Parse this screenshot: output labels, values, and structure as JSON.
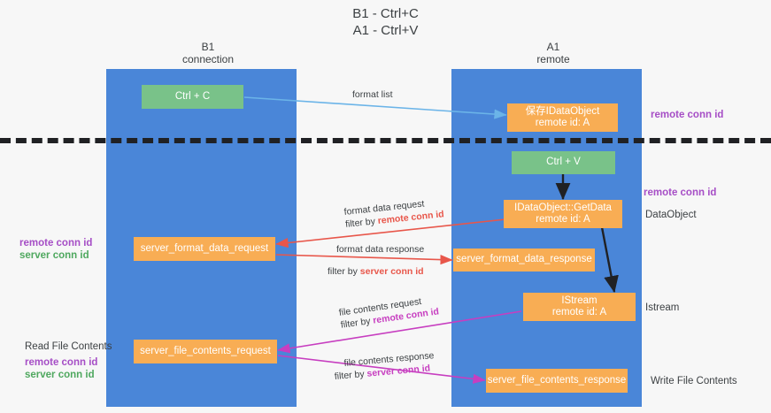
{
  "title": "B1 - Ctrl+C\nA1 - Ctrl+V",
  "lanes": [
    {
      "name": "b1",
      "header": "B1\nconnection"
    },
    {
      "name": "a1",
      "header": "A1\nremote"
    }
  ],
  "nodes": [
    {
      "id": "ctrl-c",
      "label": "Ctrl + C",
      "color": "green"
    },
    {
      "id": "save-idataobject",
      "label": "保存IDataObject\nremote id: A",
      "color": "orange"
    },
    {
      "id": "ctrl-v",
      "label": "Ctrl + V",
      "color": "green"
    },
    {
      "id": "idataobject-getdata",
      "label": "IDataObject::GetData\nremote id: A",
      "color": "orange"
    },
    {
      "id": "server-format-data-request",
      "label": "server_format_data_request",
      "color": "orange"
    },
    {
      "id": "server-format-data-response",
      "label": "server_format_data_response",
      "color": "orange"
    },
    {
      "id": "istream",
      "label": "IStream\nremote id: A",
      "color": "orange"
    },
    {
      "id": "server-file-contents-request",
      "label": "server_file_contents_request",
      "color": "orange"
    },
    {
      "id": "server-file-contents-response",
      "label": "server_file_contents_response",
      "color": "orange"
    }
  ],
  "edge_labels": {
    "format_list": "format list",
    "format_data_request": "format data request",
    "format_data_request_filter_prefix": "filter by ",
    "format_data_request_filter_key": "remote conn id",
    "format_data_response": "format data response",
    "format_data_response_filter_prefix": "filter by ",
    "format_data_response_filter_key": "server conn id",
    "file_contents_request": "file contents request",
    "file_contents_request_filter_prefix": "filter by ",
    "file_contents_request_filter_key": "remote conn id",
    "file_contents_response": "file contents response",
    "file_contents_response_filter_prefix": "filter by ",
    "file_contents_response_filter_key": "server conn id"
  },
  "annotations": {
    "right_remote_conn_id_top": "remote conn id",
    "right_remote_conn_id_mid": "remote conn id",
    "right_dataobject": "DataObject",
    "right_istream": "Istream",
    "right_write_file_contents": "Write File Contents",
    "left_remote_conn_id_1": "remote conn id",
    "left_server_conn_id_1": "server conn id",
    "left_read_file_contents": "Read File Contents",
    "left_remote_conn_id_2": "remote conn id",
    "left_server_conn_id_2": "server conn id"
  },
  "colors": {
    "lane": "#4a86d8",
    "green_node": "#79c289",
    "orange_node": "#f8ad54",
    "background": "#f7f7f7",
    "divider": "#202124",
    "arrow_blue": "#6bb4e8",
    "arrow_red": "#e8564a",
    "arrow_magenta": "#c73ec0",
    "arrow_black": "#202124",
    "key_purple": "#a64ec6",
    "key_green": "#4fa85f"
  }
}
